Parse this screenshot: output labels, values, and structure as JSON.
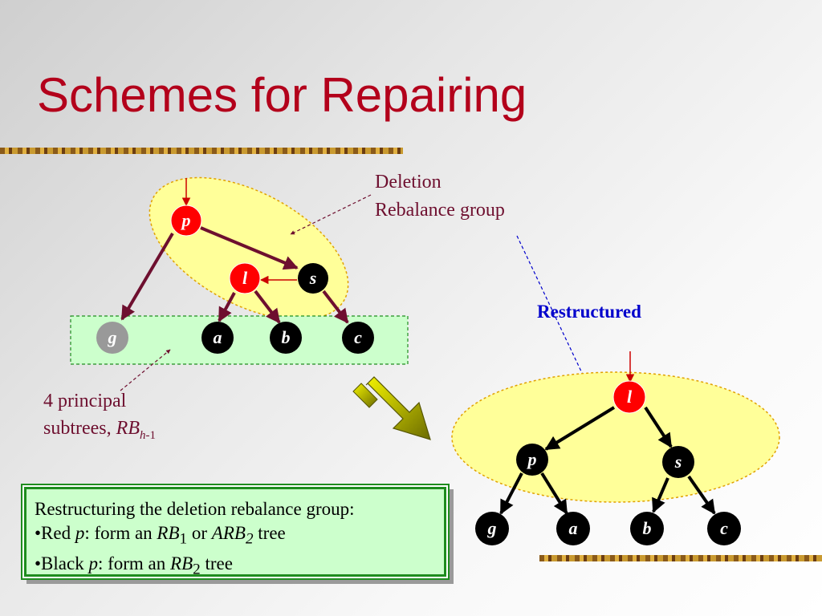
{
  "title": "Schemes for Repairing",
  "annotations": {
    "deletion_group_line1": "Deletion",
    "deletion_group_line2": "Rebalance group",
    "restructured": "Restructured",
    "principal_line1": "4 principal",
    "principal_line2_prefix": "subtrees, ",
    "principal_rb": "RB",
    "principal_sub_h": "h",
    "principal_sub_minus1": "-1"
  },
  "before_tree": {
    "nodes": [
      {
        "id": "p",
        "label": "p",
        "color": "red"
      },
      {
        "id": "l",
        "label": "l",
        "color": "red"
      },
      {
        "id": "s",
        "label": "s",
        "color": "black"
      },
      {
        "id": "g",
        "label": "g",
        "color": "gray"
      },
      {
        "id": "a",
        "label": "a",
        "color": "black"
      },
      {
        "id": "b",
        "label": "b",
        "color": "black"
      },
      {
        "id": "c",
        "label": "c",
        "color": "black"
      }
    ]
  },
  "after_tree": {
    "nodes": [
      {
        "id": "l",
        "label": "l",
        "color": "red"
      },
      {
        "id": "p",
        "label": "p",
        "color": "black"
      },
      {
        "id": "s",
        "label": "s",
        "color": "black"
      },
      {
        "id": "g",
        "label": "g",
        "color": "black"
      },
      {
        "id": "a",
        "label": "a",
        "color": "black"
      },
      {
        "id": "b",
        "label": "b",
        "color": "black"
      },
      {
        "id": "c",
        "label": "c",
        "color": "black"
      }
    ]
  },
  "box": {
    "heading": "Restructuring the deletion rebalance group:",
    "item1_bullet": "•Red ",
    "item1_p": "p",
    "item1_mid": ": form an ",
    "item1_rb": "RB",
    "item1_rb_sub": "1",
    "item1_or": " or ",
    "item1_arb": "ARB",
    "item1_arb_sub": "2",
    "item1_tree": " tree",
    "item2_bullet": "•Black ",
    "item2_p": "p",
    "item2_mid": ": form an ",
    "item2_rb": "RB",
    "item2_rb_sub": "2",
    "item2_tree": " tree"
  },
  "colors": {
    "title": "#b3001b",
    "red_node": "#ff0000",
    "black_node": "#000000",
    "gray_node": "#999999",
    "edge": "#6e0f2f",
    "highlight_fill": "#ffff99",
    "highlight_border": "#e0a000",
    "subtree_fill": "#ccffcc",
    "annotation_text": "#6e0f2f",
    "restructured_text": "#0000cc"
  }
}
